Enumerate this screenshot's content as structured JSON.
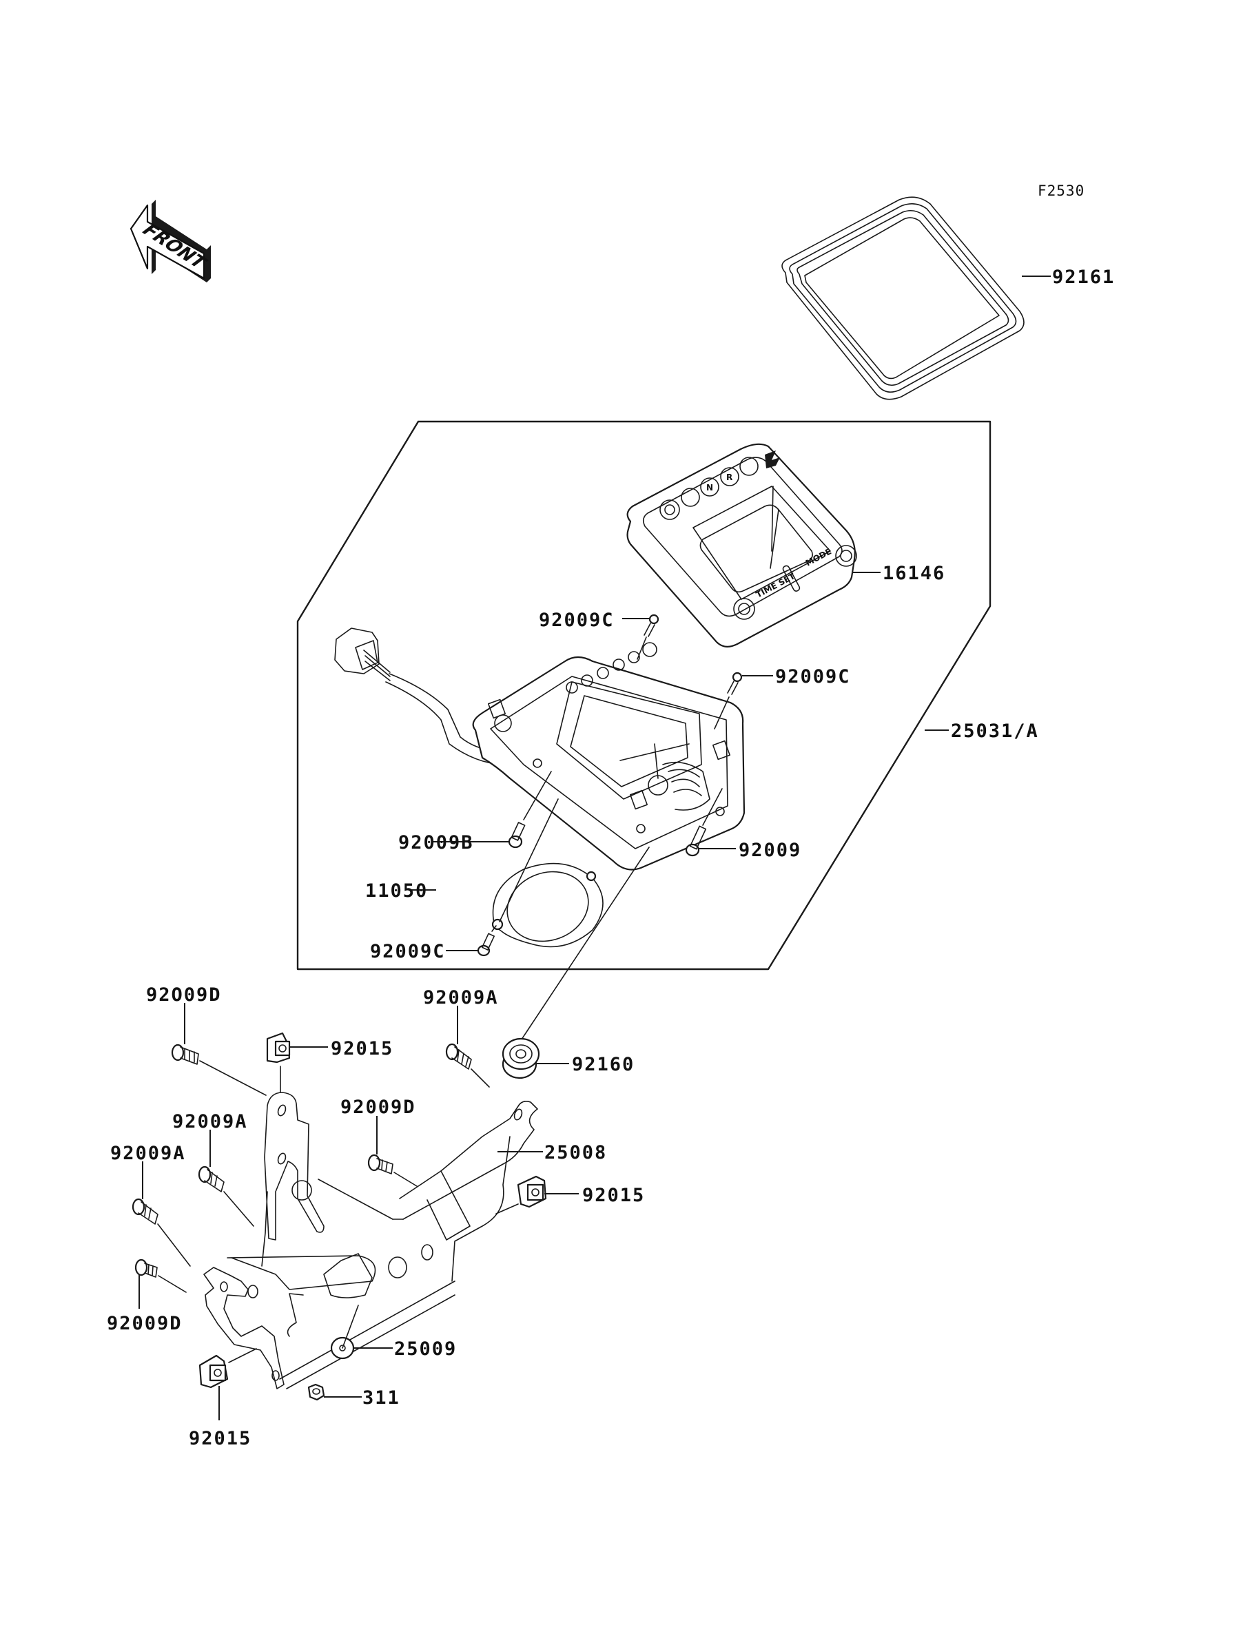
{
  "figure_code": "F2530",
  "front_arrow": {
    "text": "FRONT"
  },
  "meter_face": {
    "button_left_label": "TIME SET",
    "button_right_label": "MODE",
    "indicators": [
      "N",
      "R"
    ]
  },
  "group_box": {
    "label": "25031/A"
  },
  "parts": [
    {
      "id": "92161",
      "label": "92161",
      "description": "gasket"
    },
    {
      "id": "16146",
      "label": "16146",
      "description": "meter cover"
    },
    {
      "id": "92009C_top",
      "label": "92009C",
      "description": "screw"
    },
    {
      "id": "92009C_right",
      "label": "92009C",
      "description": "screw"
    },
    {
      "id": "92009B",
      "label": "92009B",
      "description": "screw"
    },
    {
      "id": "92009",
      "label": "92009",
      "description": "screw"
    },
    {
      "id": "11050",
      "label": "11050",
      "description": "bracket ring"
    },
    {
      "id": "92009C_bottom",
      "label": "92009C",
      "description": "screw"
    },
    {
      "id": "92O09D_top",
      "label": "92O09D",
      "description": "screw"
    },
    {
      "id": "92015_top",
      "label": "92015",
      "description": "clip nut"
    },
    {
      "id": "92009A_mid",
      "label": "92009A",
      "description": "screw"
    },
    {
      "id": "92160",
      "label": "92160",
      "description": "grommet"
    },
    {
      "id": "92009D_mid",
      "label": "92009D",
      "description": "screw"
    },
    {
      "id": "25008",
      "label": "25008",
      "description": "meter bracket"
    },
    {
      "id": "92009A_left1",
      "label": "92009A",
      "description": "screw"
    },
    {
      "id": "92009A_left2",
      "label": "92009A",
      "description": "screw"
    },
    {
      "id": "92015_right",
      "label": "92015",
      "description": "clip nut"
    },
    {
      "id": "92009D_bottom",
      "label": "92009D",
      "description": "screw"
    },
    {
      "id": "25009",
      "label": "25009",
      "description": "washer"
    },
    {
      "id": "311",
      "label": "311",
      "description": "nut"
    },
    {
      "id": "92015_bottom",
      "label": "92015",
      "description": "clip nut"
    }
  ]
}
